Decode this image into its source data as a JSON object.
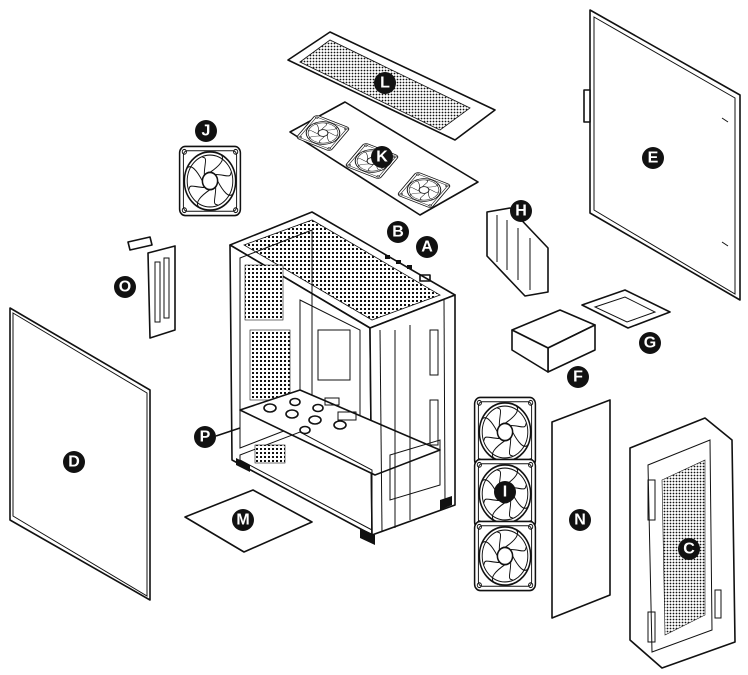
{
  "labels": {
    "A": "A",
    "B": "B",
    "C": "C",
    "D": "D",
    "E": "E",
    "F": "F",
    "G": "G",
    "H": "H",
    "I": "I",
    "J": "J",
    "K": "K",
    "L": "L",
    "M": "M",
    "N": "N",
    "O": "O",
    "P": "P"
  },
  "colors": {
    "ink": "#111111",
    "paper": "#ffffff"
  }
}
